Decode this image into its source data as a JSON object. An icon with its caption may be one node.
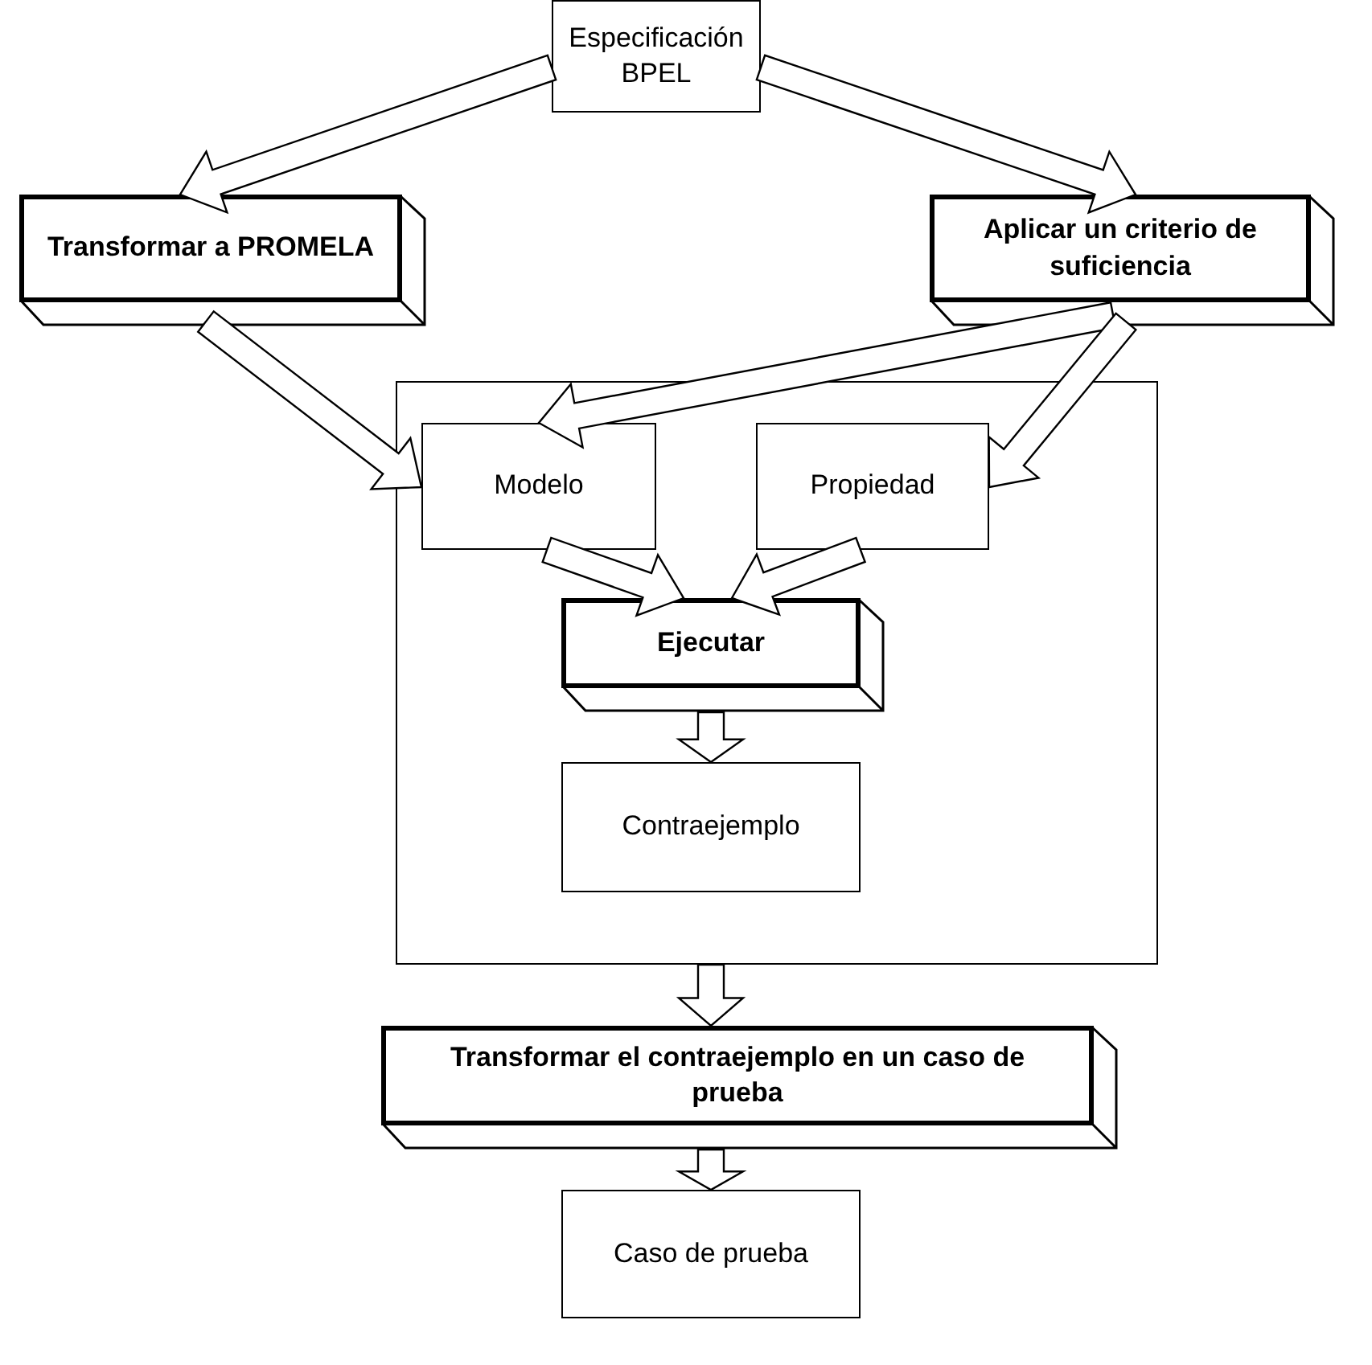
{
  "diagram": {
    "nodes": [
      {
        "text": [
          "Especificación BPEL"
        ]
      },
      {
        "text": [
          "Transformar a PROMELA"
        ]
      },
      {
        "text": [
          "Aplicar un criterio de suficiencia"
        ]
      },
      {
        "text": [],
        "shape": "box"
      },
      {
        "text": [
          "Modelo"
        ],
        "in": 3
      },
      {
        "text": [
          "Propiedad"
        ],
        "in": 3
      },
      {
        "text": [
          "Ejecutar"
        ],
        "in": 3
      },
      {
        "text": [
          "Contraejemplo"
        ],
        "in": 3
      },
      {
        "text": [
          "Transformar el contraejemplo en un caso de prueba"
        ]
      },
      {
        "text": [
          "Caso de prueba"
        ]
      }
    ],
    "edges": [
      {
        "from": 0,
        "to": 1,
        "arrow": "to"
      },
      {
        "from": 0,
        "to": 2,
        "arrow": "to"
      },
      {
        "from": 1,
        "to": 4,
        "arrow": "to"
      },
      {
        "from": 2,
        "to": 4,
        "arrow": "to"
      },
      {
        "from": 2,
        "to": 5,
        "arrow": "to"
      },
      {
        "from": 4,
        "to": 6,
        "arrow": "to"
      },
      {
        "from": 5,
        "to": 6,
        "arrow": "to"
      },
      {
        "from": 6,
        "to": 7,
        "arrow": "to"
      },
      {
        "from": 3,
        "to": 8,
        "arrow": "to"
      },
      {
        "from": 8,
        "to": 9,
        "arrow": "to"
      }
    ]
  }
}
